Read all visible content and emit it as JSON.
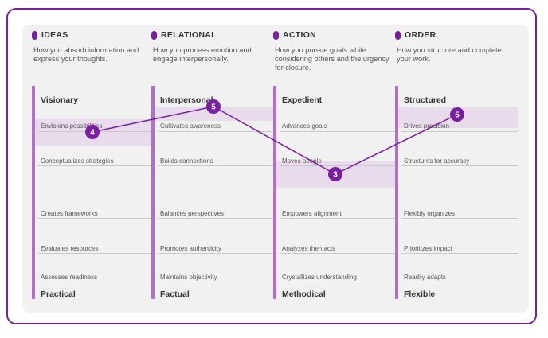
{
  "colors": {
    "accent": "#7b1fa2",
    "bar": "#b26fca",
    "band": "#e8dcec",
    "panel": "#f1f1f1"
  },
  "columns": [
    {
      "title": "IDEAS",
      "description": "How you absorb information and express your thoughts.",
      "pole_top": "Visionary",
      "pole_bottom": "Practical",
      "rows": [
        "Envisions possibilities",
        "Conceptualizes strategies",
        "Creates frameworks",
        "Evaluates resources",
        "Assesses readiness"
      ],
      "score": 4
    },
    {
      "title": "RELATIONAL",
      "description": "How you process emotion and engage interpersonally.",
      "pole_top": "Interpersonal",
      "pole_bottom": "Factual",
      "rows": [
        "Cultivates awareness",
        "Builds connections",
        "Balances perspectives",
        "Promotes authenticity",
        "Maintains objectivity"
      ],
      "score": 5
    },
    {
      "title": "ACTION",
      "description": "How you pursue goals while considering others and the urgency for closure.",
      "pole_top": "Expedient",
      "pole_bottom": "Methodical",
      "rows": [
        "Advances goals",
        "Moves people",
        "Empowers alignment",
        "Analyzes then acts",
        "Crystallizes understanding"
      ],
      "score": 3
    },
    {
      "title": "ORDER",
      "description": "How you structure and complete your work.",
      "pole_top": "Structured",
      "pole_bottom": "Flexible",
      "rows": [
        "Drives precision",
        "Structures for accuracy",
        "Flexibly organizes",
        "Prioritizes impact",
        "Readily adapts"
      ],
      "score": 5
    }
  ]
}
